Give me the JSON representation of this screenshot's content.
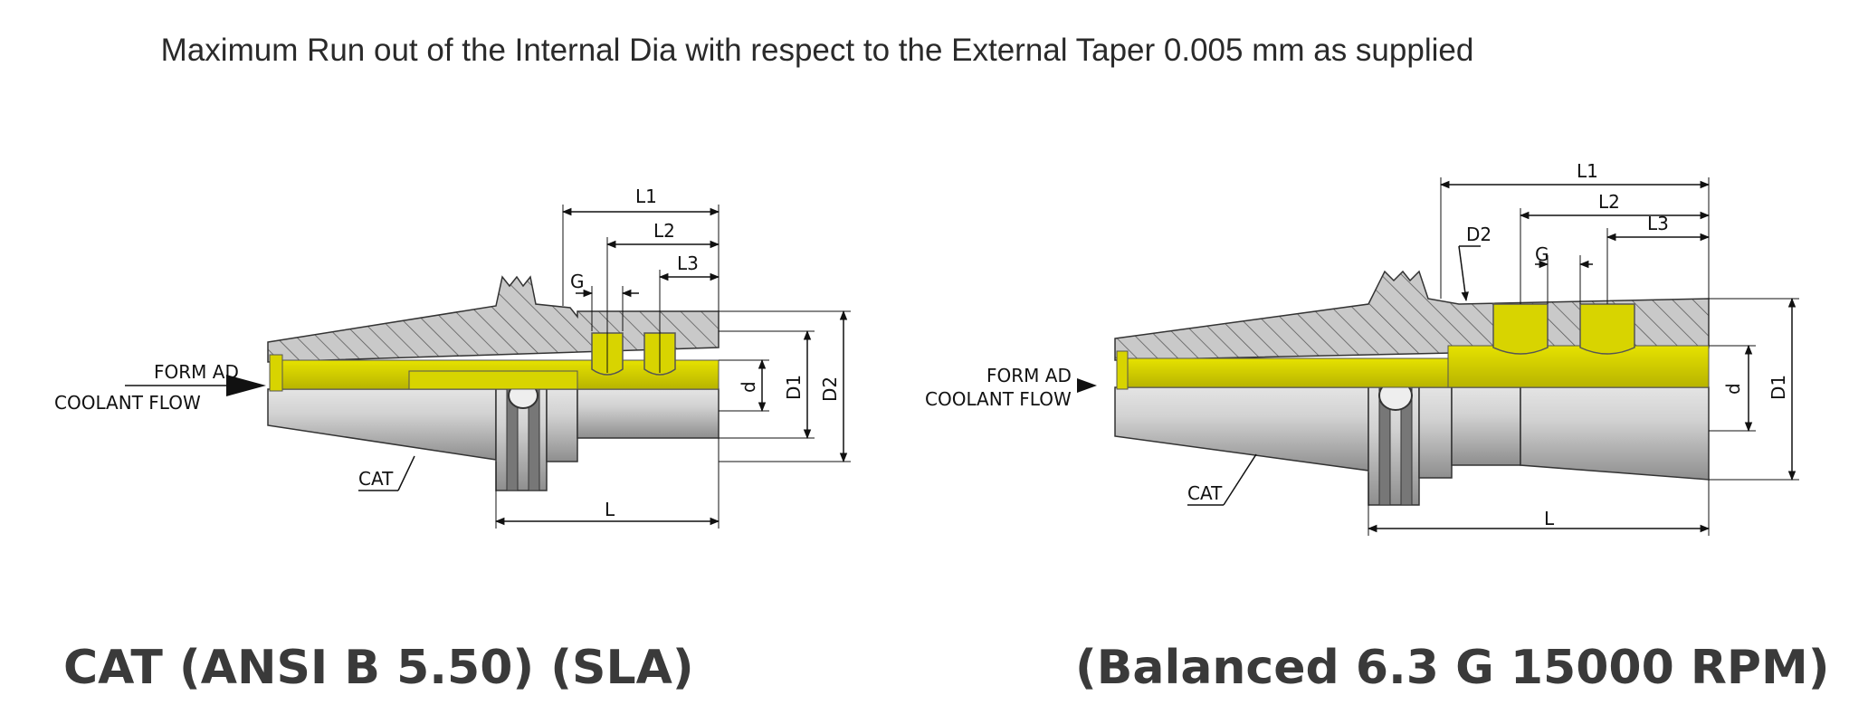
{
  "header": {
    "title": "Maximum Run out of the Internal Dia with respect to the External Taper 0.005 mm as supplied"
  },
  "captions": {
    "left": "CAT (ANSI B 5.50) (SLA)",
    "right": "(Balanced 6.3 G 15000 RPM)"
  },
  "left_drawing": {
    "form_ad": "FORM AD",
    "coolant_flow": "COOLANT FLOW",
    "cat": "CAT",
    "L": "L",
    "L1": "L1",
    "L2": "L2",
    "L3": "L3",
    "G": "G",
    "d": "d",
    "D1": "D1",
    "D2": "D2"
  },
  "right_drawing": {
    "form_ad": "FORM AD",
    "coolant_flow": "COOLANT FLOW",
    "cat": "CAT",
    "L": "L",
    "L1": "L1",
    "L2": "L2",
    "L3": "L3",
    "G": "G",
    "D2": "D2",
    "d": "d",
    "D1": "D1"
  },
  "colors": {
    "coolant_bore": "#d8d400",
    "body_section": "#c8c8c8",
    "body_shaded": "#a8a8a8",
    "hatch": "#555555",
    "caption_text": "#3a3a3a"
  }
}
